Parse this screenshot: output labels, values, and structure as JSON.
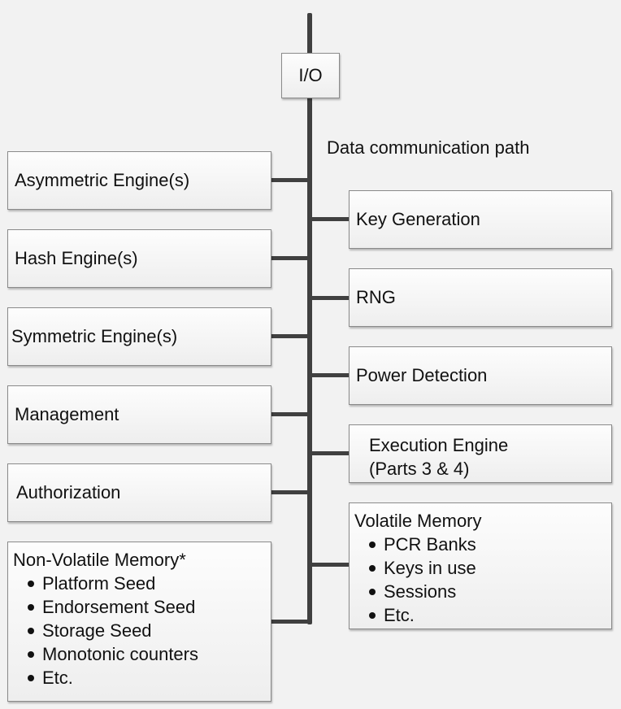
{
  "io": {
    "label": "I/O"
  },
  "path_label": "Data communication path",
  "left": {
    "asymmetric": "Asymmetric Engine(s)",
    "hash": "Hash Engine(s)",
    "symmetric": "Symmetric Engine(s)",
    "management": "Management",
    "authorization": "Authorization",
    "nvm": {
      "title": "Non-Volatile Memory*",
      "items": [
        "Platform Seed",
        "Endorsement Seed",
        "Storage Seed",
        "Monotonic counters",
        "Etc."
      ]
    }
  },
  "right": {
    "keygen": "Key Generation",
    "rng": "RNG",
    "power": "Power Detection",
    "exec": {
      "line1": "Execution Engine",
      "line2": "(Parts 3 & 4)"
    },
    "vm": {
      "title": "Volatile Memory",
      "items": [
        "PCR Banks",
        "Keys in use",
        "Sessions",
        "Etc."
      ]
    }
  }
}
